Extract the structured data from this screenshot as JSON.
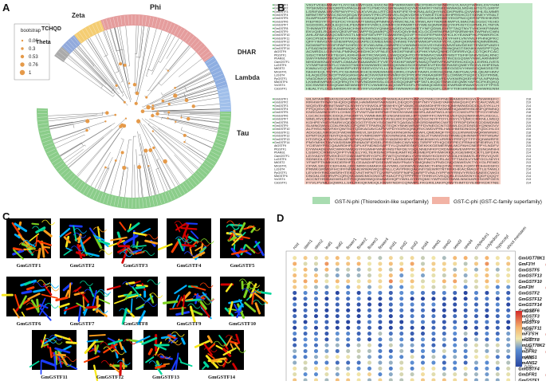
{
  "panels": {
    "a": "A",
    "b": "B",
    "c": "C",
    "d": "D"
  },
  "tree": {
    "legend_title": "bootstrap",
    "legend_values": [
      "0.06",
      "0.3",
      "0.53",
      "0.76",
      "1"
    ],
    "clades": [
      {
        "name": "Zeta",
        "color": "#f2c45a"
      },
      {
        "name": "TCHQD",
        "color": "#7f9bd6"
      },
      {
        "name": "Theta",
        "color": "#9b9b9b"
      },
      {
        "name": "Phi",
        "color": "#e08c8c"
      },
      {
        "name": "DHAR",
        "color": "#7aa0dc"
      },
      {
        "name": "Lambda",
        "color": "#8fb4e6"
      },
      {
        "name": "Tau",
        "color": "#77c476"
      }
    ]
  },
  "alignment": {
    "legend_green": "GST-N-phi (Thioredoxin-like superfamily)",
    "legend_red": "GST-C-phi (GST-C-family superfamily)",
    "seq_names": [
      "GmGSTF1",
      "GmGSTF2",
      "GmGSTF3",
      "GmGSTF4",
      "GmGSTF5",
      "GmGSTF6",
      "GmGSTF7",
      "GmGSTF8",
      "GmGSTF9",
      "GmGSTF10",
      "GmGSTF11",
      "GmGSTF12",
      "GmGSTF13",
      "GmGSTF14",
      "AtGSTF9",
      "PtGSTF1",
      "PhANS1",
      "CkmGSTF1",
      "LcGSTF4",
      "MtGST2",
      "MrGSTF1",
      "LcGST4",
      "PpGSTF1",
      "MdGSTF6",
      "VvGST4",
      "CsGSTF1"
    ],
    "end_numbers": [
      "218",
      "219",
      "214",
      "216",
      "218",
      "218",
      "219",
      "219",
      "215",
      "224",
      "218",
      "218",
      "216",
      "216",
      "215",
      "213",
      "214",
      "213",
      "214",
      "213",
      "218",
      "214",
      "214",
      "214",
      "213",
      "214"
    ]
  },
  "proteins": [
    "GmGSTF1",
    "GmGSTF2",
    "GmGSTF3",
    "GmGSTF4",
    "GmGSTF5",
    "GmGSTF6",
    "GmGSTF7",
    "GmGSTF8",
    "GmGSTF9",
    "GmGSTF10",
    "GmGSTF11",
    "GmGSTF12",
    "GmGSTF13",
    "GmGSTF14"
  ],
  "heatmap": {
    "columns": [
      "root",
      "stem1",
      "stem2",
      "leaf1",
      "leaf2",
      "flower1",
      "flower2",
      "flower3",
      "flower4",
      "pod1",
      "pod2",
      "pod3",
      "pod4",
      "seed1",
      "seed2",
      "seed3",
      "seed4",
      "cotyledon1",
      "cotyledon2",
      "hypocotyl",
      "shoot meristem"
    ],
    "rows": [
      {
        "label": "GmUGT78K1",
        "tag": "",
        "star": false
      },
      {
        "label": "GmF3'H",
        "tag": "(2)",
        "star": false
      },
      {
        "label": "GmGSTF5",
        "tag": "",
        "star": true
      },
      {
        "label": "GmGSTF13",
        "tag": "",
        "star": true
      },
      {
        "label": "GmGSTF10",
        "tag": "",
        "star": true
      },
      {
        "label": "GmF3H",
        "tag": "(W2)",
        "star": false
      },
      {
        "label": "GmGSTF2",
        "tag": "",
        "star": true
      },
      {
        "label": "GmGSTF12",
        "tag": "",
        "star": true
      },
      {
        "label": "GmGSTF14",
        "tag": "",
        "star": true
      },
      {
        "label": "GmGSTF6",
        "tag": "",
        "star": true
      },
      {
        "label": "GmGSTF3",
        "tag": "",
        "star": true
      },
      {
        "label": "GmGSTF9",
        "tag": "",
        "star": true
      },
      {
        "label": "GmGSTF11",
        "tag": "",
        "star": true
      },
      {
        "label": "GmF3'5'H",
        "tag": "(W1)",
        "star": false
      },
      {
        "label": "GmGSTF8",
        "tag": "",
        "star": true
      },
      {
        "label": "GmUGT78K2",
        "tag": "",
        "star": false
      },
      {
        "label": "GmDFR2",
        "tag": "(W4)",
        "star": false
      },
      {
        "label": "GmANS1",
        "tag": "",
        "star": false
      },
      {
        "label": "GmANS2",
        "tag": "",
        "star": false
      },
      {
        "label": "GmGSTF4",
        "tag": "",
        "star": true
      },
      {
        "label": "GmDFR1",
        "tag": "(W3)",
        "star": false
      },
      {
        "label": "GmGSTF1",
        "tag": "",
        "star": true
      },
      {
        "label": "GmGSTF7",
        "tag": "",
        "star": true
      }
    ],
    "scale_labels": [
      "12.00",
      "10.00",
      "8.00",
      "6.00",
      "4.00",
      "2.00",
      "0.00"
    ]
  }
}
